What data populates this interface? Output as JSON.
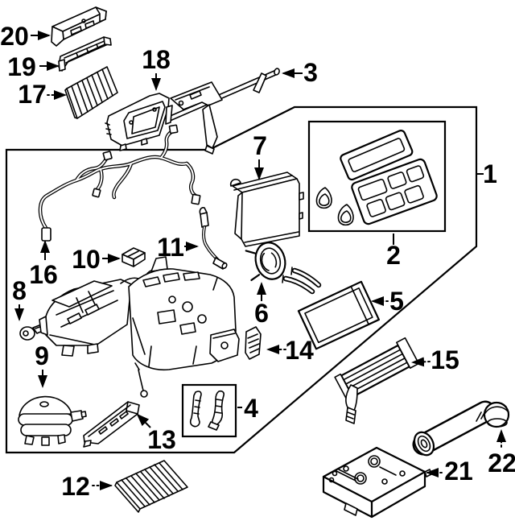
{
  "diagram": {
    "background_color": "#ffffff",
    "line_color": "#000000",
    "callouts": [
      {
        "num": "1"
      },
      {
        "num": "2"
      },
      {
        "num": "3"
      },
      {
        "num": "4"
      },
      {
        "num": "5"
      },
      {
        "num": "6"
      },
      {
        "num": "7"
      },
      {
        "num": "8"
      },
      {
        "num": "9"
      },
      {
        "num": "10"
      },
      {
        "num": "11"
      },
      {
        "num": "12"
      },
      {
        "num": "13"
      },
      {
        "num": "14"
      },
      {
        "num": "15"
      },
      {
        "num": "16"
      },
      {
        "num": "17"
      },
      {
        "num": "18"
      },
      {
        "num": "19"
      },
      {
        "num": "20"
      },
      {
        "num": "21"
      },
      {
        "num": "22"
      }
    ]
  }
}
